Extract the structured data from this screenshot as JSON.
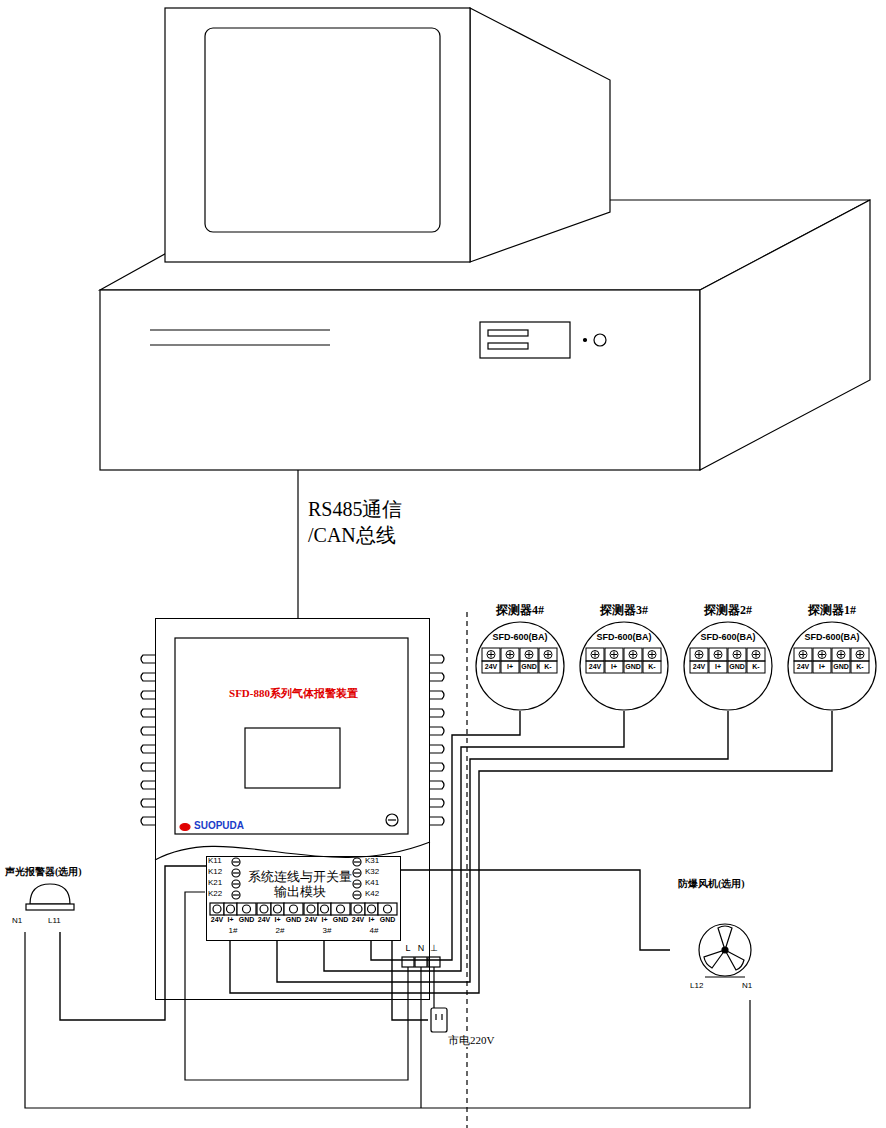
{
  "diagram": {
    "nodes": [
      {
        "text": [
          "SFD-880系列气体报警装置",
          "SUOPUDA"
        ]
      },
      {
        "text": [
          "系统连线与开关量输出模块"
        ],
        "in": 0
      },
      {
        "text": [
          "探测器4#",
          "SFD-600(BA)"
        ]
      },
      {
        "text": [
          "探测器3#",
          "SFD-600(BA)"
        ]
      },
      {
        "text": [
          "探测器2#",
          "SFD-600(BA)"
        ]
      },
      {
        "text": [
          "探测器1#",
          "SFD-600(BA)"
        ]
      },
      {
        "text": [
          "声光报警器(选用)"
        ]
      },
      {
        "text": [
          "防爆风机(选用)"
        ]
      },
      {
        "text": [
          "市电220V"
        ]
      }
    ],
    "edges": [
      {
        "from": 1,
        "to": 2,
        "arrow": "none"
      },
      {
        "from": 1,
        "to": 3,
        "arrow": "none"
      },
      {
        "from": 1,
        "to": 4,
        "arrow": "none"
      },
      {
        "from": 1,
        "to": 5,
        "arrow": "none"
      },
      {
        "from": 1,
        "to": 6,
        "arrow": "none"
      },
      {
        "from": 1,
        "to": 7,
        "arrow": "none"
      },
      {
        "from": 1,
        "to": 8,
        "arrow": "none"
      }
    ],
    "labels": [
      "RS485通信 /CAN总线",
      "K11",
      "K12",
      "K21",
      "K22",
      "K31",
      "K32",
      "K41",
      "K42",
      "24V",
      "I+",
      "GND",
      "24V",
      "I+",
      "GND",
      "24V",
      "I+",
      "GND",
      "24V",
      "I+",
      "GND",
      "1#",
      "2#",
      "3#",
      "4#",
      "L",
      "N",
      "⊥",
      "24V",
      "I+",
      "GND",
      "K-",
      "24V",
      "I+",
      "GND",
      "K-",
      "24V",
      "I+",
      "GND",
      "K-",
      "24V",
      "I+",
      "GND",
      "K-",
      "N1",
      "L11",
      "L12",
      "N1"
    ]
  }
}
